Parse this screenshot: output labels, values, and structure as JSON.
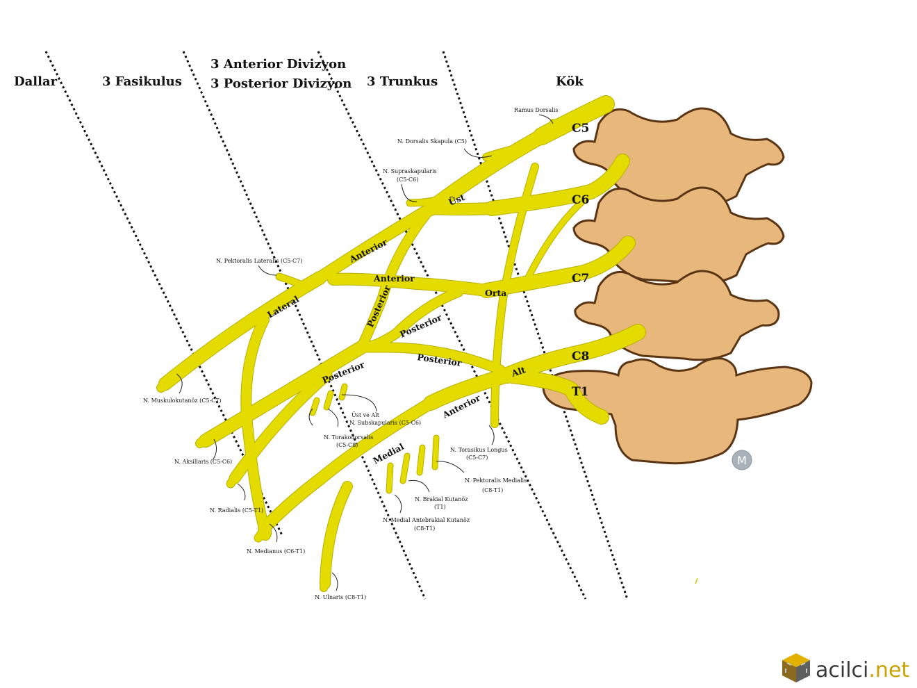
{
  "headers": {
    "branches": "Dallar",
    "cords": "3 Fasikulus",
    "divisions_line1": "3 Anterior Divizyon",
    "divisions_line2": "3 Posterior Divizyon",
    "trunks": "3 Trunkus",
    "roots": "Kök"
  },
  "roots": [
    "C5",
    "C6",
    "C7",
    "C8",
    "T1"
  ],
  "segments": {
    "upper_trunk": "Üst",
    "middle_trunk": "Orta",
    "lower_trunk": "Alt",
    "anterior_upper": "Anterior",
    "anterior_middle": "Anterior",
    "anterior_lower": "Anterior",
    "posterior_upper": "Posterior",
    "posterior_middle": "Posterior",
    "posterior_lower": "Posterior",
    "posterior_cord": "Posterior",
    "lateral_cord": "Lateral",
    "medial_cord": "Medial"
  },
  "branches": {
    "dorsal_ramus": "Ramus Dorsalis",
    "dorsal_scapular": "N. Dorsalis Skapula (C5)",
    "suprascapular_1": "N. Supraskapularis",
    "suprascapular_2": "(C5-C6)",
    "lateral_pectoral": "N. Pektoralis Lateralis (C5-C7)",
    "musculocutaneous": "N. Muskulokutanöz (C5-C7)",
    "subscapular_1": "Üst ve Alt",
    "subscapular_2": "N. Subskapularis (C5-C6)",
    "thoracodorsal_1": "N. Torakodorsalis",
    "thoracodorsal_2": "(C5-C8)",
    "axillary": "N. Aksillaris (C5-C6)",
    "long_thoracic_1": "N. Torasikus Longus",
    "long_thoracic_2": "(C5-C7)",
    "medial_pectoral_1": "N. Pektoralis Medialis",
    "medial_pectoral_2": "(C8-T1)",
    "radial": "N. Radialis (C5-T1)",
    "brachial_cutaneous_1": "N. Brakial Kutanöz",
    "brachial_cutaneous_2": "(T1)",
    "antebrachial_cutaneous_1": "N. Medial Antebrakial Kutanöz",
    "antebrachial_cutaneous_2": "(C8-T1)",
    "median": "N. Medianus (C6-T1)",
    "ulnar": "N. Ulnaris (C8-T1)"
  },
  "badge": "M",
  "logo": {
    "word": "acilci",
    "suffix": ".net"
  },
  "colors": {
    "nerve": "#e4dc00",
    "vertebra": "#e7b77c",
    "vertebra_outline": "#5a3514",
    "logo_text": "#3a3a3a",
    "logo_suffix": "#c9a200"
  }
}
